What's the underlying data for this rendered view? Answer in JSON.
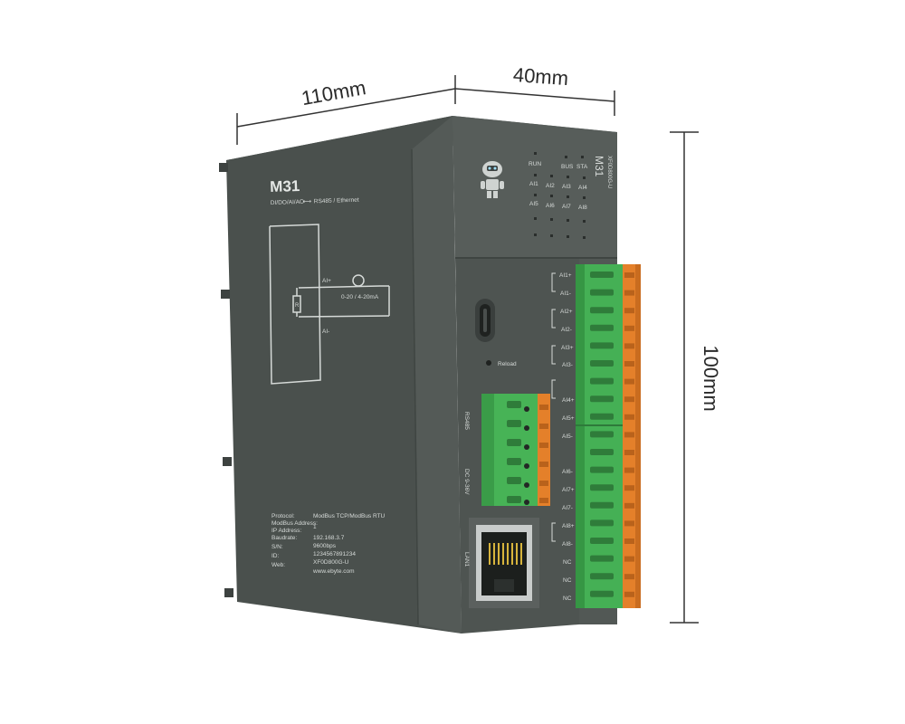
{
  "dimensions": {
    "width_label": "110mm",
    "depth_label": "40mm",
    "height_label": "100mm"
  },
  "side_panel": {
    "model": "M31",
    "subtitle_left": "DI/DO/AI/AO",
    "subtitle_right": "RS485 / Ethernet",
    "wiring": {
      "ai_plus": "AI+",
      "ai_minus": "AI-",
      "current_range": "0-20 / 4-20mA",
      "resistor": "R"
    },
    "spec_labels": [
      "Protocol:",
      "ModBus Address:",
      "IP Address:",
      "Baudrate:",
      "S/N:",
      "ID:",
      "Web:"
    ],
    "spec_values": [
      "ModBus TCP/ModBus RTU",
      "1",
      "192.168.3.7",
      "9600bps",
      "1234567891234",
      "XF0D800G-U",
      "www.ebyte.com"
    ]
  },
  "front_panel": {
    "model": "M31",
    "model_code": "XF0D800G-U",
    "leds": [
      "RUN",
      "BUS",
      "STA",
      "AI1",
      "AI2",
      "AI3",
      "AI4",
      "AI5",
      "AI6",
      "AI7",
      "AI8"
    ],
    "reload_label": "Reload",
    "rs485_label": "RS485",
    "power_label": "DC 9-36V",
    "lan_label": "LAN1",
    "terminals": [
      "AI1+",
      "AI1-",
      "AI2+",
      "AI2-",
      "AI3+",
      "AI3-",
      "AI4+",
      "AI5+",
      "AI5-",
      "AI6-",
      "AI7+",
      "AI7-",
      "AI8+",
      "AI8-",
      "NC",
      "NC",
      "NC"
    ]
  },
  "colors": {
    "housing_side": "#4a504d",
    "housing_front": "#575d5a",
    "housing_top": "#626866",
    "terminal_green": "#3faa4e",
    "terminal_orange": "#e4802a",
    "dimension_line": "#333333"
  },
  "icons": [
    "robot-logo-icon",
    "usb-c-port-icon",
    "rj45-port-icon",
    "ammeter-icon",
    "resistor-icon"
  ]
}
